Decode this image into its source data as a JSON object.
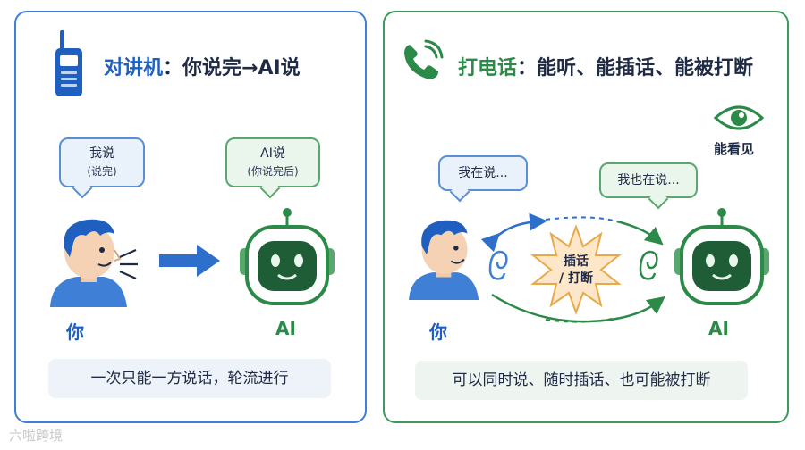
{
  "left_panel": {
    "title_prefix": "对讲机",
    "title_suffix": "：你说完→AI说",
    "icon": "walkie-talkie-icon",
    "user_bubble": {
      "main": "我说",
      "sub": "(说完)"
    },
    "ai_bubble": {
      "main": "AI说",
      "sub": "(你说完后)"
    },
    "user_label": "你",
    "ai_label": "AI",
    "caption": "一次只能一方说话，轮流进行"
  },
  "right_panel": {
    "title_prefix": "打电话",
    "title_suffix": "：能听、能插话、能被打断",
    "icon": "phone-icon",
    "eye_label": "能看见",
    "user_bubble": "我在说...",
    "ai_bubble": "我也在说...",
    "interrupt_line1": "插话",
    "interrupt_line2": "/ 打断",
    "user_label": "你",
    "ai_label": "AI",
    "caption": "可以同时说、随时插话、也可能被打断"
  },
  "colors": {
    "blue": "#1e5fbf",
    "green": "#2b8a47",
    "robot_screen": "#1f5d36",
    "burst": "#fde7c8"
  },
  "watermark": "六啦跨境"
}
